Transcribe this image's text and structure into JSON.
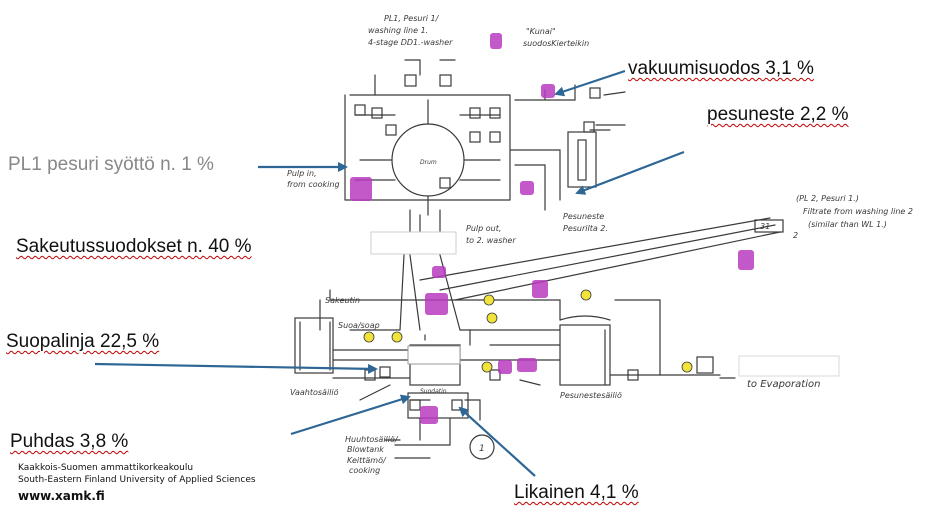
{
  "annotations": {
    "pl1_feed": "PL1 pesuri syöttö n. 1 %",
    "thickening": "Sakeutussuodokset n. 40 %",
    "soap_line": "Suopalinja 22,5 %",
    "clean": "Puhdas 3,8 %",
    "vacuum": "vakuumisuodos 3,1 %",
    "washing_liquid": "pesuneste 2,2 %",
    "dirty": "Likainen 4,1 %"
  },
  "sketch_text": {
    "title_1": "PL1, Pesuri 1/",
    "title_2": "washing line 1.",
    "title_3": "4-stage DD1.-washer",
    "note_1": "\"Kunai\"",
    "note_2": "suodosKierteikin",
    "pulp_in_1": "Pulp in,",
    "pulp_in_2": "from cooking",
    "pulp_out_1": "Pulp out,",
    "pulp_out_2": "to 2. washer",
    "liquid_1": "Pesuneste",
    "liquid_2": "Pesurilta 2.",
    "pl2_1": "(PL 2, Pesuri 1.)",
    "pl2_2": "Filtrate from washing line 2",
    "pl2_3": "(similar than WL 1.)",
    "sakeutin": "Sakeutin",
    "soap": "Suoa/soap",
    "vaahtosailio": "Vaahtosäiliö",
    "pesunestesailio": "Pesunestesäiliö",
    "evaporation": "to Evaporation",
    "flush_1": "Huuhtosäiliö/",
    "flush_2": "Blowtank",
    "cook_1": "Keittämö/",
    "cook_2": "cooking",
    "suodatin": "Suodatin",
    "drum": "Drum",
    "tag_31": "31",
    "tag_2": "2",
    "circle_num": "1"
  },
  "footer": {
    "school_fi": "Kaakkois-Suomen ammattikorkeakoulu",
    "school_en": "South-Eastern Finland University of Applied Sciences",
    "url": "www.xamk.fi"
  },
  "colors": {
    "arrow": "#2e6796",
    "sketch": "#3a3a3a",
    "magenta": "#b83cbf",
    "yellow": "#f2e33a",
    "gray_text": "#888888"
  }
}
